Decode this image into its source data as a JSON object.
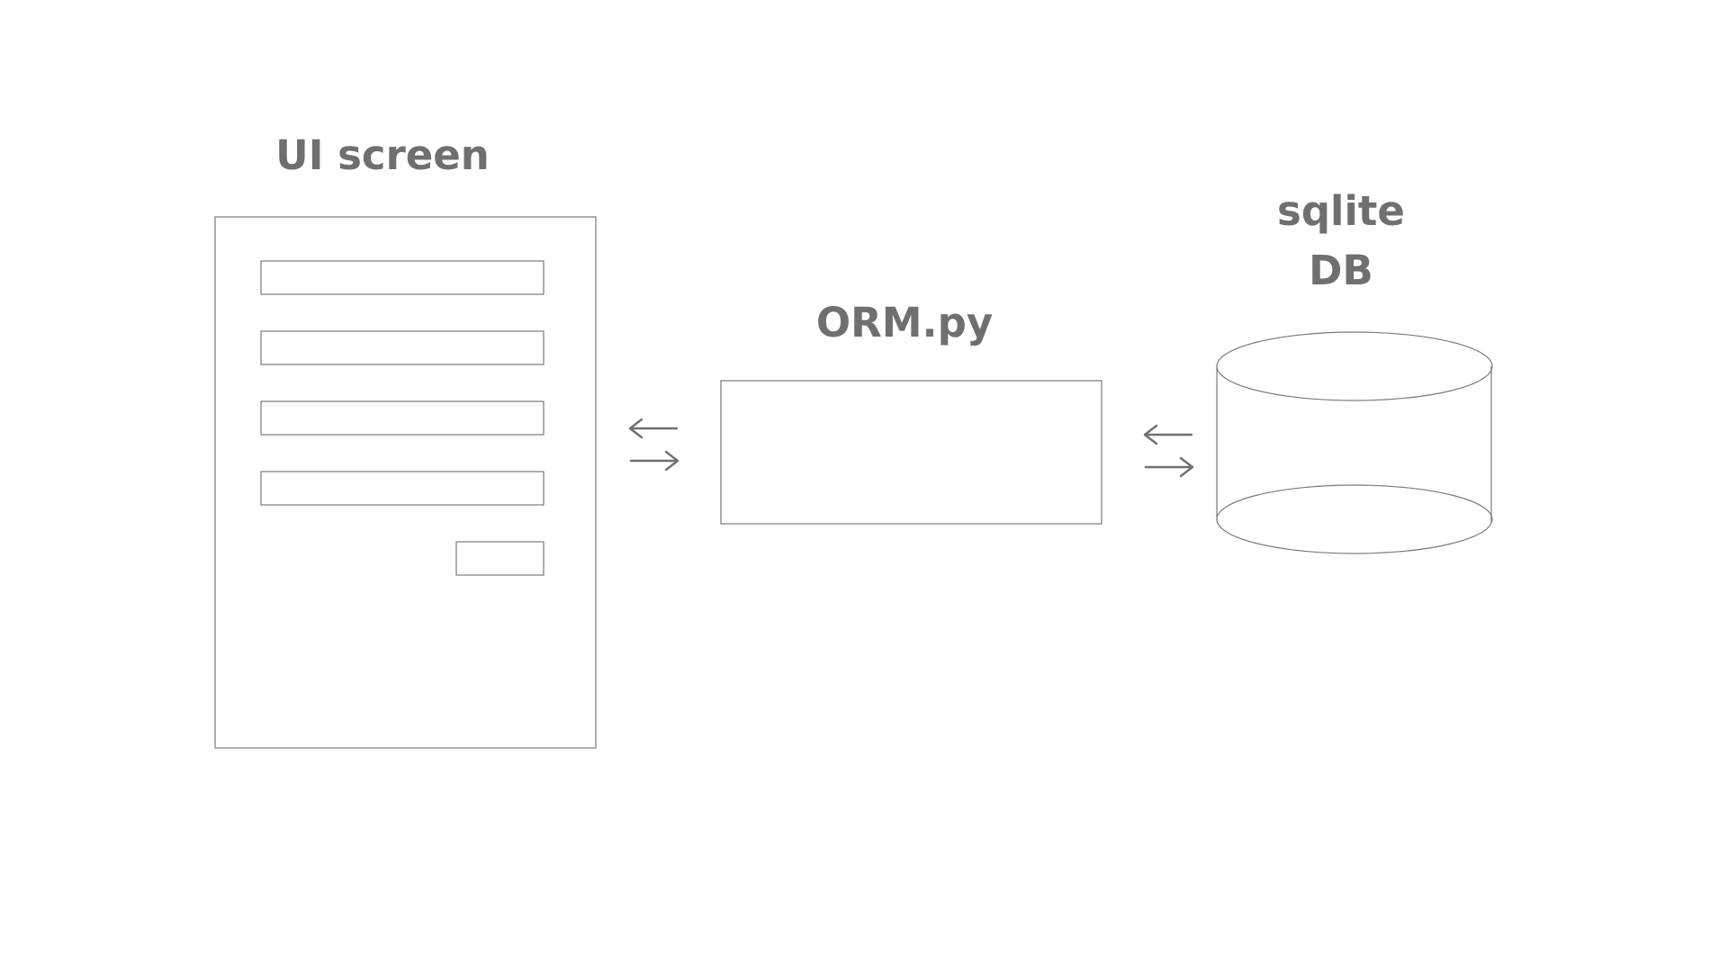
{
  "ui_screen": {
    "label": "UI screen",
    "field_count": 4
  },
  "orm": {
    "label": "ORM.py"
  },
  "database": {
    "label_line1": "sqlite",
    "label_line2": "DB"
  },
  "colors": {
    "text": "#6f6f6f",
    "stroke": "#7a7a7a",
    "background": "#ffffff"
  }
}
